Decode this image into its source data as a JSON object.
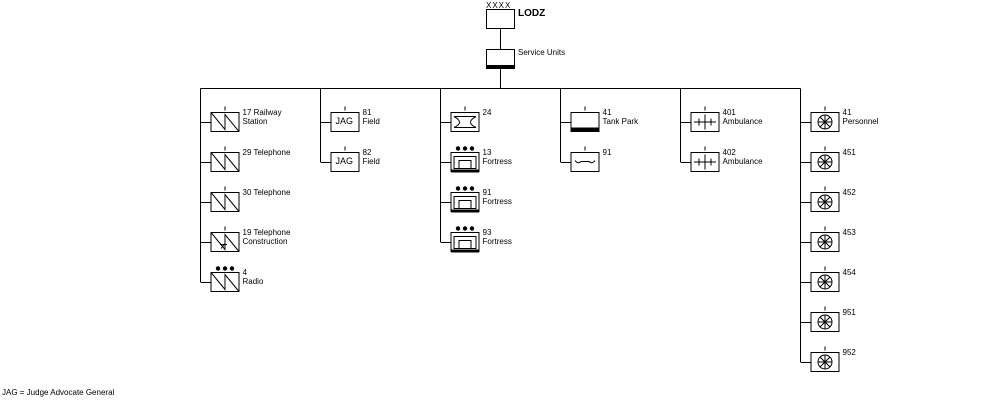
{
  "hq": {
    "echelon": "XXXX",
    "name": "LODZ"
  },
  "service": {
    "name": "Service Units"
  },
  "columns": [
    {
      "type": "signal",
      "units": [
        {
          "label1": "17 Railway",
          "label2": "Station"
        },
        {
          "label1": "29 Telephone",
          "label2": ""
        },
        {
          "label1": "30 Telephone",
          "label2": ""
        },
        {
          "label1": "19 Telephone",
          "label2": "Construction",
          "variant": "construction"
        },
        {
          "label1": "4",
          "label2": "Radio",
          "variant": "radio"
        }
      ]
    },
    {
      "type": "jag",
      "units": [
        {
          "text": "JAG",
          "label1": "81",
          "label2": "Field"
        },
        {
          "text": "JAG",
          "label1": "82",
          "label2": "Field"
        }
      ]
    },
    {
      "type": "fortress",
      "units": [
        {
          "label1": "24",
          "label2": "",
          "variant": "engineer-tracked"
        },
        {
          "label1": "13",
          "label2": "Fortress",
          "variant": "fortress"
        },
        {
          "label1": "91",
          "label2": "Fortress",
          "variant": "fortress"
        },
        {
          "label1": "93",
          "label2": "Fortress",
          "variant": "fortress"
        }
      ]
    },
    {
      "type": "transport",
      "units": [
        {
          "label1": "41",
          "label2": "Tank Park",
          "variant": "tank-park"
        },
        {
          "label1": "91",
          "label2": "",
          "variant": "maintenance"
        }
      ]
    },
    {
      "type": "medical",
      "units": [
        {
          "label1": "401",
          "label2": "Ambulance"
        },
        {
          "label1": "402",
          "label2": "Ambulance"
        }
      ]
    },
    {
      "type": "replacement",
      "units": [
        {
          "label1": "41",
          "label2": "Personnel"
        },
        {
          "label1": "451",
          "label2": ""
        },
        {
          "label1": "452",
          "label2": ""
        },
        {
          "label1": "453",
          "label2": ""
        },
        {
          "label1": "454",
          "label2": ""
        },
        {
          "label1": "951",
          "label2": ""
        },
        {
          "label1": "952",
          "label2": ""
        }
      ]
    }
  ],
  "footnote": "JAG = Judge Advocate General"
}
